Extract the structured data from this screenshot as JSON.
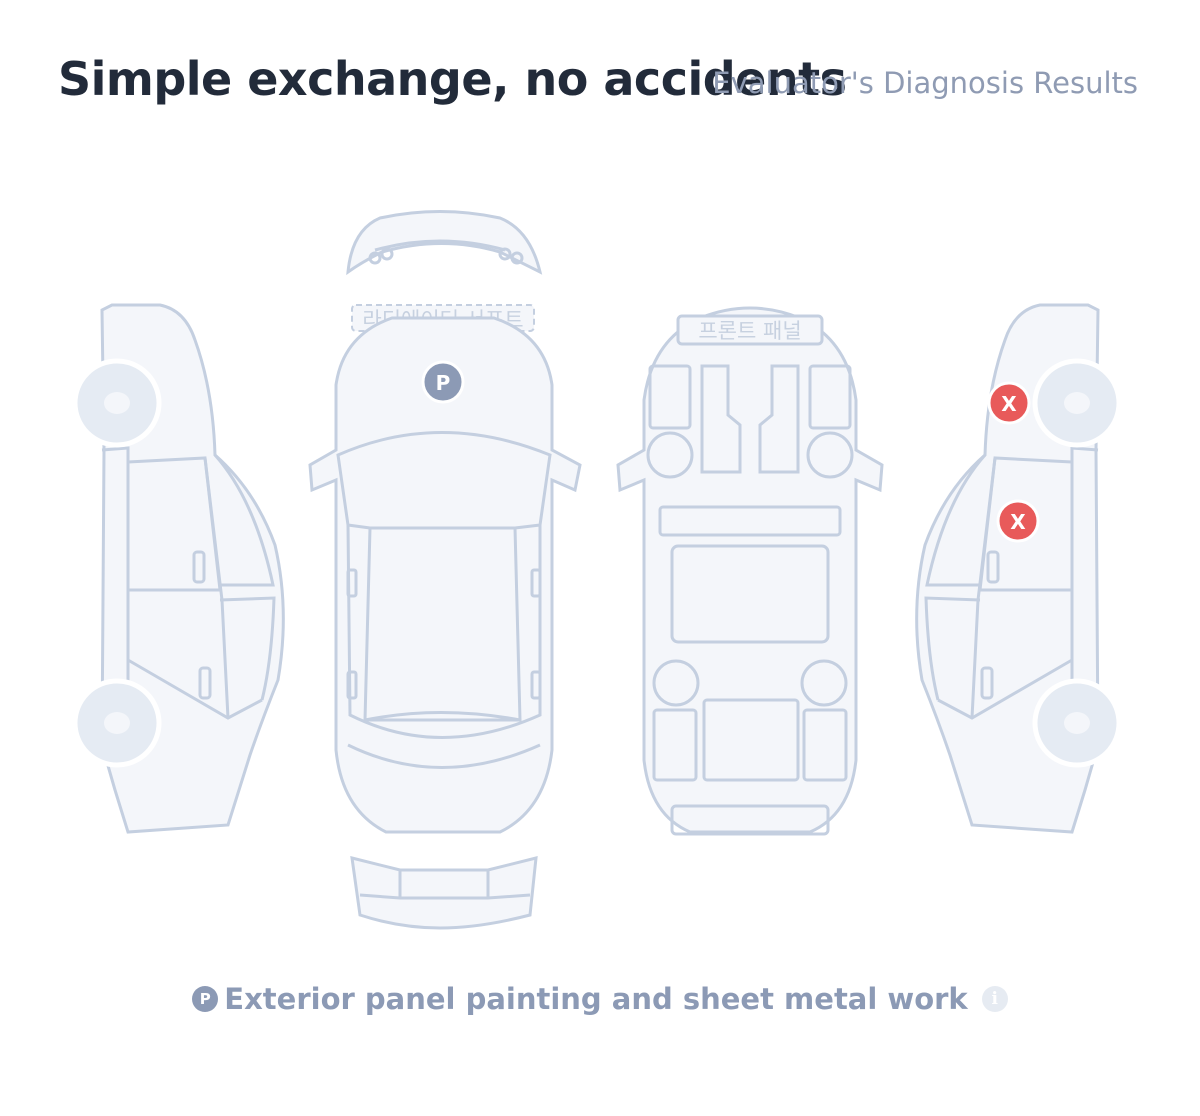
{
  "header": {
    "title": "Simple exchange, no accidents",
    "subtitle": "Evaluator's Diagnosis Results"
  },
  "diagram": {
    "labels": {
      "radiator_support": "라디에이터 서포트",
      "front_panel": "프론트 패널"
    },
    "markers": {
      "paint_symbol": "P",
      "exchange_symbol": "X"
    }
  },
  "legend": {
    "symbol": "P",
    "text": "Exterior panel painting and sheet metal work",
    "info_symbol": "i"
  },
  "colors": {
    "paint_marker": "#8c9ab5",
    "exchange_marker": "#e85a5a",
    "outline": "#c4cfe0"
  }
}
